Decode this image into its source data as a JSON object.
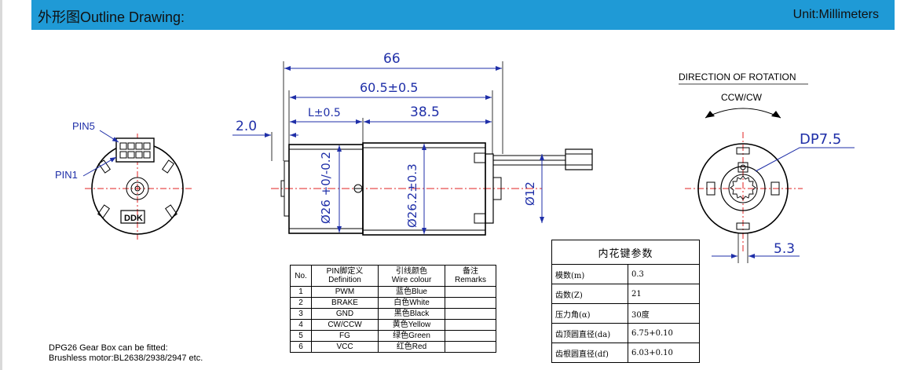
{
  "header": {
    "title": "外形图Outline Drawing:",
    "unit": "Unit:Millimeters"
  },
  "front_view": {
    "pin5": "PIN5",
    "pin1": "PIN1",
    "logo": "DDK"
  },
  "side_view": {
    "dim_overall": "66",
    "dim_body": "60.5±0.5",
    "dim_L": "L±0.5",
    "dim_motor": "38.5",
    "dim_shaft": "2.0",
    "dim_d26": "Ø26 +0/-0.2",
    "dim_d262": "Ø26.2±0.3",
    "dim_d12": "Ø12"
  },
  "rear_view": {
    "rotation_title": "DIRECTION OF ROTATION",
    "rotation": "CCW/CW",
    "dp": "DP7.5",
    "dim_53": "5.3"
  },
  "pin_table": {
    "headers": [
      "No.",
      "PIN脚定义\nDefinition",
      "引线颜色\nWire colour",
      "备注\nRemarks"
    ],
    "rows": [
      [
        "1",
        "PWM",
        "蓝色Blue",
        ""
      ],
      [
        "2",
        "BRAKE",
        "白色White",
        ""
      ],
      [
        "3",
        "GND",
        "黑色Black",
        ""
      ],
      [
        "4",
        "CW/CCW",
        "黄色Yellow",
        ""
      ],
      [
        "5",
        "FG",
        "绿色Green",
        ""
      ],
      [
        "6",
        "VCC",
        "红色Red",
        ""
      ]
    ]
  },
  "spline_table": {
    "caption": "内花键参数",
    "rows": [
      [
        "模数(m)",
        "0.3"
      ],
      [
        "齿数(Z)",
        "21"
      ],
      [
        "压力角(α)",
        "30度"
      ],
      [
        "齿顶圆直径(da)",
        "6.75+0.10"
      ],
      [
        "齿根圆直径(df)",
        "6.03+0.10"
      ]
    ]
  },
  "note": {
    "line1": "DPG26 Gear Box can be fitted:",
    "line2": "Brushless motor:BL2638/2938/2947 etc."
  },
  "colors": {
    "header": "#1f9ad6",
    "dimension": "#1f2fa8",
    "centerline": "#e02020"
  }
}
